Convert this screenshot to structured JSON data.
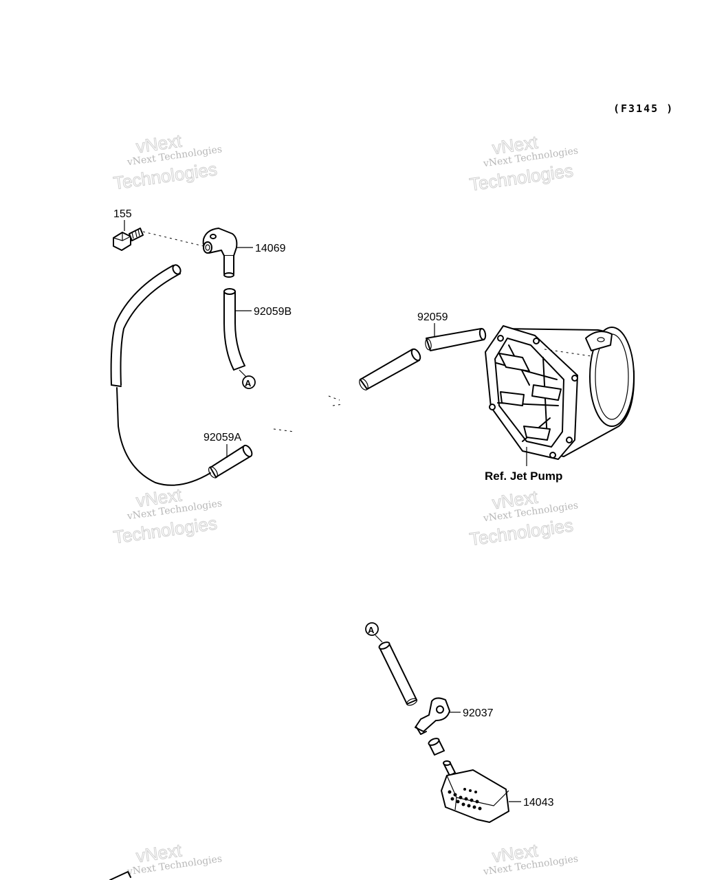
{
  "diagram_code": "(F3145 )",
  "parts": {
    "bolt": "155",
    "elbow_fitting": "14069",
    "hose_b": "92059B",
    "hose": "92059",
    "hose_a": "92059A",
    "clamp": "92037",
    "filter": "14043"
  },
  "reference_label": "Ref. Jet Pump",
  "connector_marker": "A",
  "watermark": {
    "line1": "vNext Technologies",
    "line2": "Technologies",
    "line3": "vNext"
  }
}
